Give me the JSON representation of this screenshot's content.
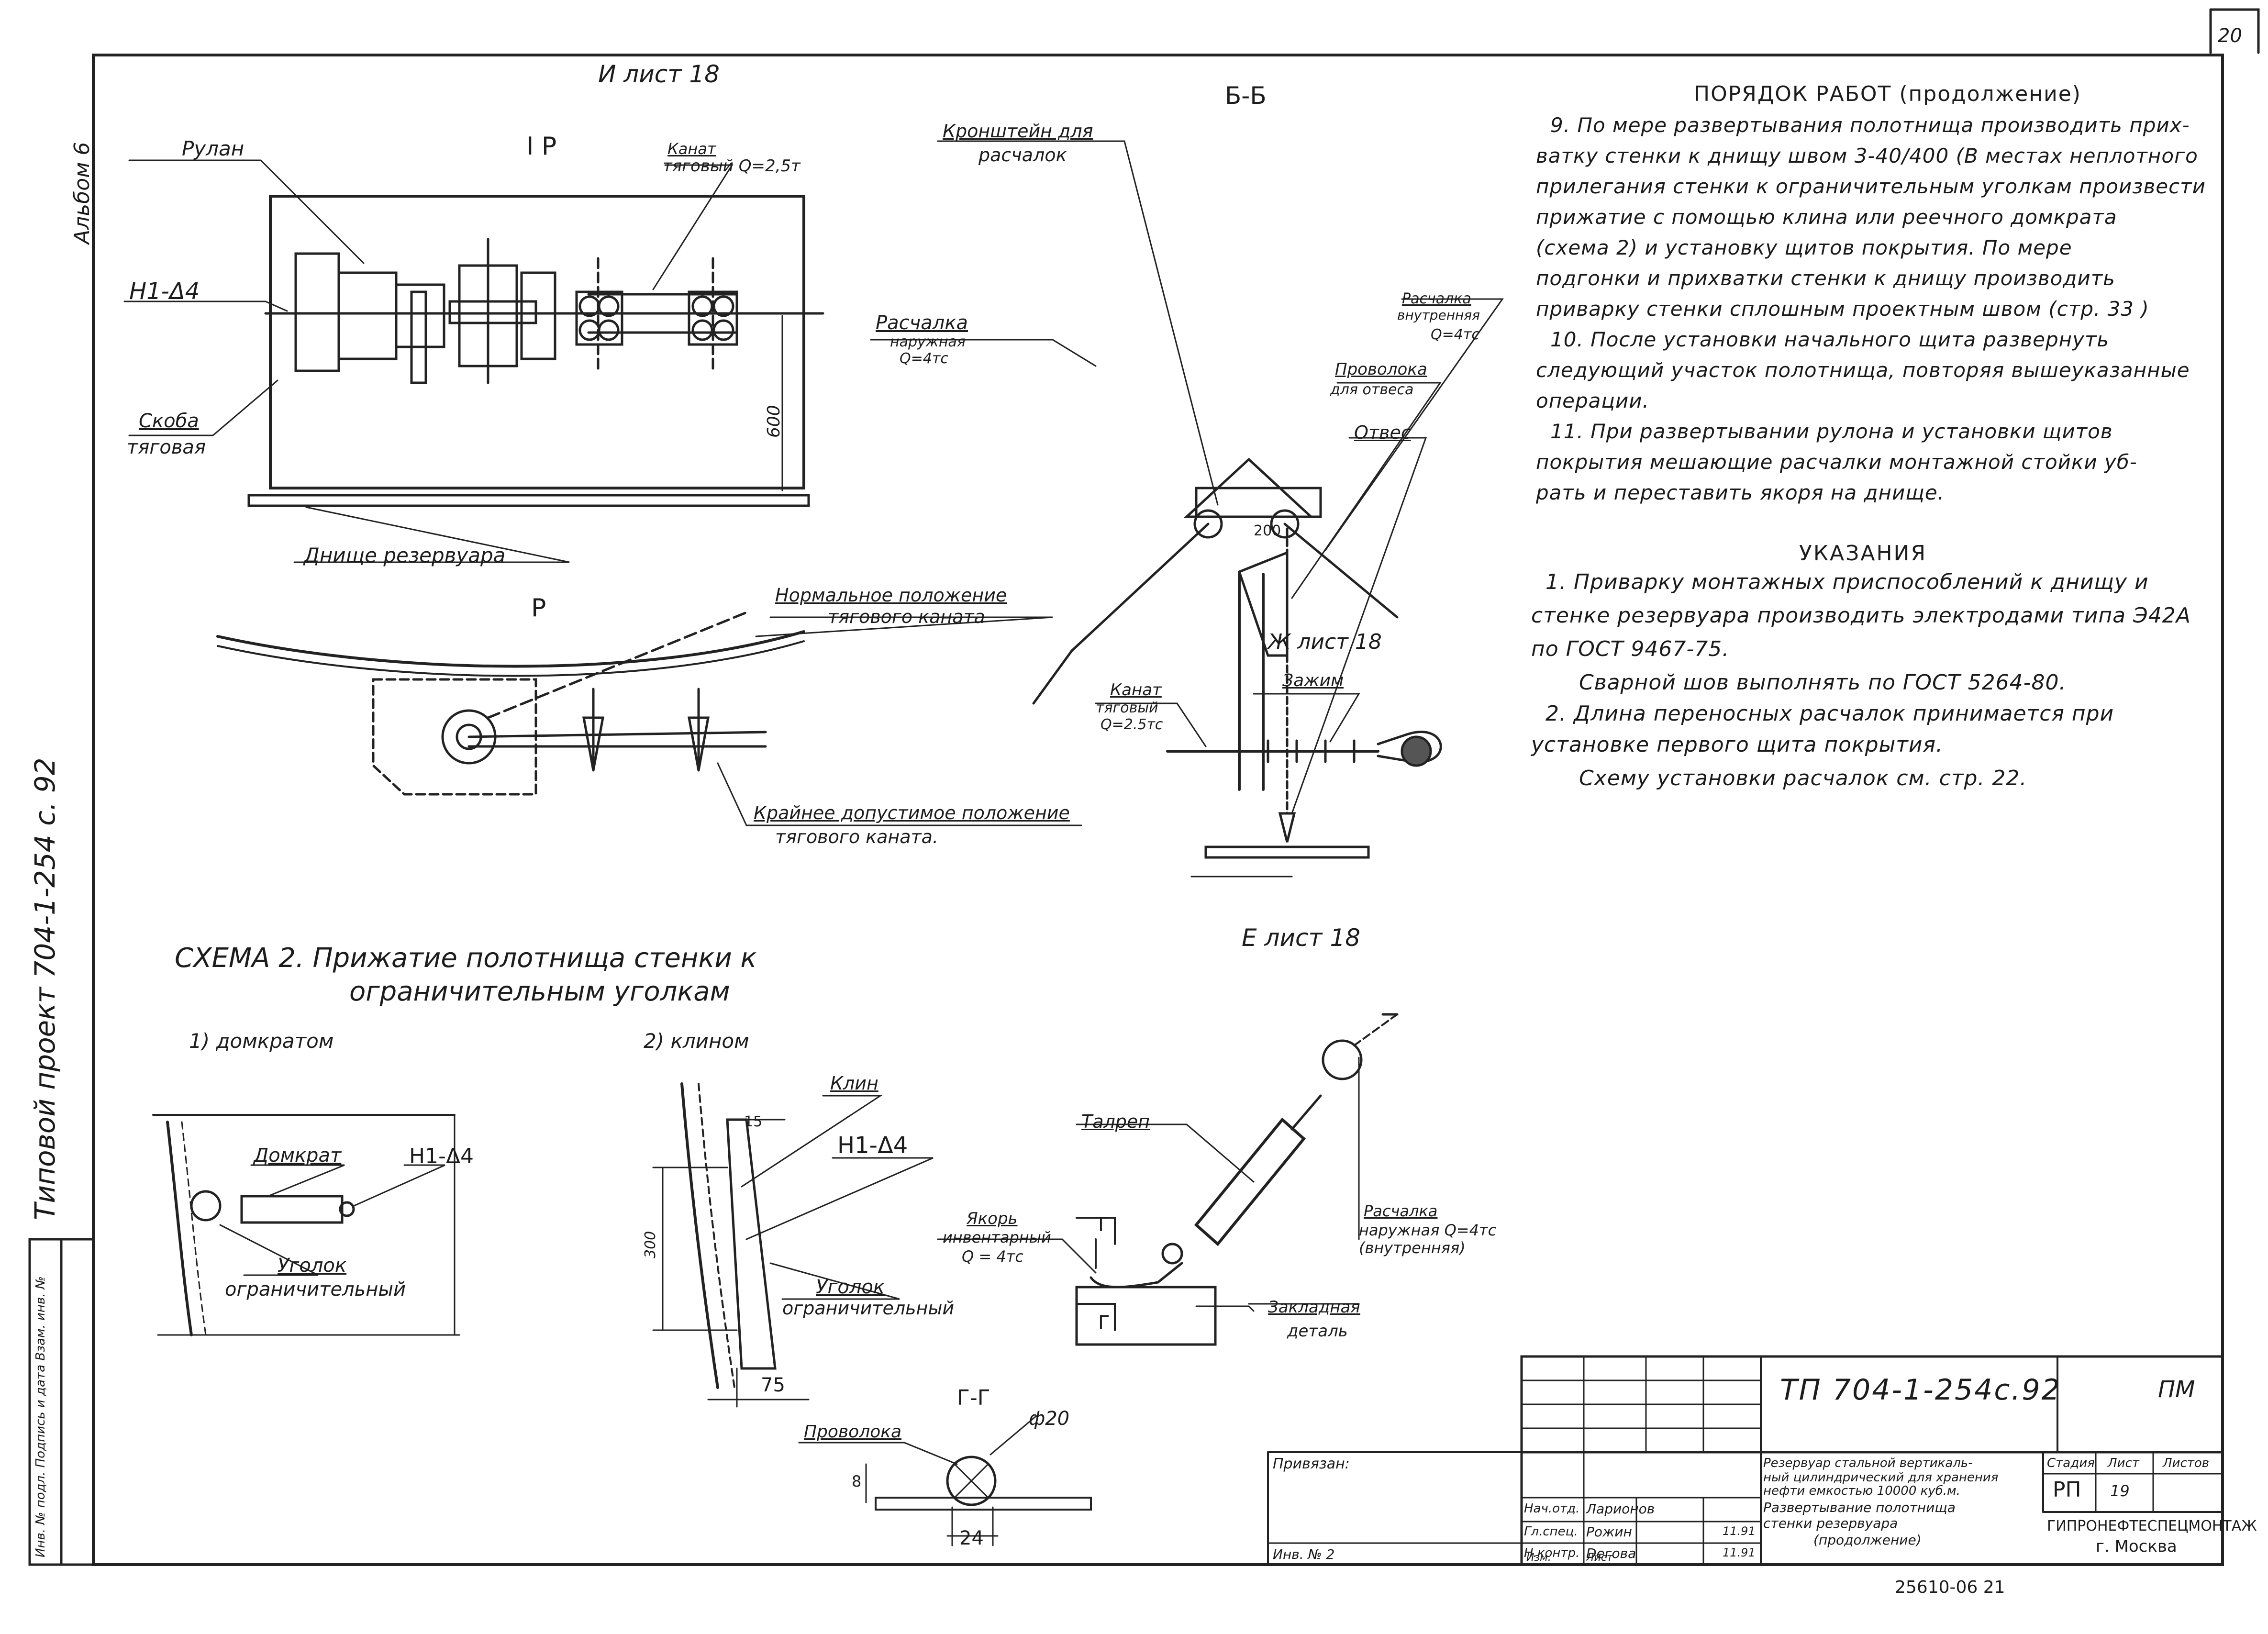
{
  "page_number": "20",
  "album": "Альбом 6",
  "side_project": "Типовой проект 704-1-254 с. 92",
  "side_stamp": "Инв. № подл.  Подпись и дата  Взам. инв. №",
  "view_i": {
    "title": "И лист 18",
    "sub": "I Р",
    "labels": {
      "rulon": "Рулан",
      "kanat": "Канат",
      "kanat2": "тяговый Q=2,5т",
      "h1": "Н1-Δ4",
      "skoba": "Скоба",
      "skoba2": "тяговая",
      "dim600": "600",
      "dnische": "Днище резервуара"
    }
  },
  "view_p": {
    "title": "Р",
    "normal1": "Нормальное положение",
    "normal2": "тягового каната",
    "limit1": "Крайнее допустимое положение",
    "limit2": "тягового каната."
  },
  "view_bb": {
    "title": "Б-Б",
    "kronst1": "Кронштейн для",
    "kronst2": "расчалок",
    "rasch1": "Расчалка",
    "rasch2": "наружная",
    "rasch3": "Q=4тс",
    "raschin1": "Расчалка",
    "raschin2": "внутренняя",
    "raschin3": "Q=4тс",
    "provol1": "Проволока",
    "provol2": "для отвеса",
    "otves": "Отвес",
    "dim200": "200"
  },
  "view_zh": {
    "title": "Ж лист 18",
    "kanat1": "Канат",
    "kanat2": "тяговый",
    "kanat3": "Q=2.5тс",
    "zazhim": "Зажим"
  },
  "order_title": "ПОРЯДОК РАБОТ (продолжение)",
  "order_lines": [
    "9. По мере развертывания полотнища производить прих-",
    "ватку стенки к днищу швом 3-40/400 (В местах неплотного",
    "прилегания стенки к ограничительным уголкам произвести",
    "прижатие с помощью клина или реечного домкрата",
    "(схема 2) и установку щитов покрытия. По мере",
    "подгонки и прихватки стенки к днищу производить",
    "приварку стенки сплошным проектным швом (стр. 33 )",
    "10. После установки начального щита развернуть",
    "следующий участок полотнища, повторяя вышеуказанные",
    "операции.",
    "11. При развертывании рулона и установки щитов",
    "покрытия мешающие расчалки монтажной стойки уб-",
    "рать и переставить якоря на днище."
  ],
  "notes_title": "УКАЗАНИЯ",
  "notes_lines": [
    "1. Приварку монтажных приспособлений к днищу и",
    "стенке резервуара производить электродами типа Э42А",
    "по ГОСТ 9467-75.",
    "Сварной шов выполнять по ГОСТ 5264-80.",
    "2. Длина переносных расчалок принимается при",
    "установке первого щита покрытия.",
    "Схему установки расчалок см. стр. 22."
  ],
  "schema2": {
    "title1": "СХЕМА 2. Прижатие полотнища стенки к",
    "title2": "ограничительным уголкам",
    "sub1": "1) домкратом",
    "sub2": "2) клином",
    "domkrat": "Домкрат",
    "h1": "Н1-Δ4",
    "ugolok1": "Уголок",
    "ugolok2": "ограничительный",
    "klin": "Клин",
    "h1b": "Н1-Δ4",
    "dim15": "15",
    "dim300": "300",
    "dim75": "75",
    "ugolok3": "Уголок",
    "ugolok4": "ограничительный"
  },
  "view_e": {
    "title": "Е лист 18",
    "talrep": "Талреп",
    "yakor1": "Якорь",
    "yakor2": "инвентарный",
    "yakor3": "Q = 4тс",
    "g": "Г",
    "rasch1": "Расчалка",
    "rasch2": "наружная Q=4тс",
    "rasch3": "(внутренняя)",
    "zaklad1": "Закладная",
    "zaklad2": "деталь"
  },
  "view_gg": {
    "title": "Г-Г",
    "provoloka": "Проволока",
    "phi": "ф20",
    "dim8": "8",
    "dim24": "24"
  },
  "title_block": {
    "code": "ТП 704-1-254с.92",
    "pm": "ПМ",
    "privyazan": "Привязан:",
    "desc1": "Резервуар стальной вертикаль-",
    "desc2": "ный цилиндрический для хранения",
    "desc3": "нефти емкостью 10000 куб.м.",
    "sheet1": "Развертывание полотнища",
    "sheet2": "стенки резервуара",
    "sheet3": "(продолжение)",
    "stadiya_h": "Стадия",
    "list_h": "Лист",
    "listov_h": "Листов",
    "stadiya": "РП",
    "list": "19",
    "org1": "ГИПРОНЕФТЕСПЕЦМОНТАЖ",
    "org2": "г. Москва",
    "roles": [
      "Нач.отд.",
      "Гл.спец.",
      "Н.контр."
    ],
    "names": [
      "Ларионов",
      "Рожин",
      "Dегова"
    ],
    "dates": [
      "11.91",
      "11.91"
    ],
    "inv": "Инв. № 2",
    "inv2": "Изм.",
    "inv3": "Лист"
  },
  "bottom_code": "25610-06  21"
}
